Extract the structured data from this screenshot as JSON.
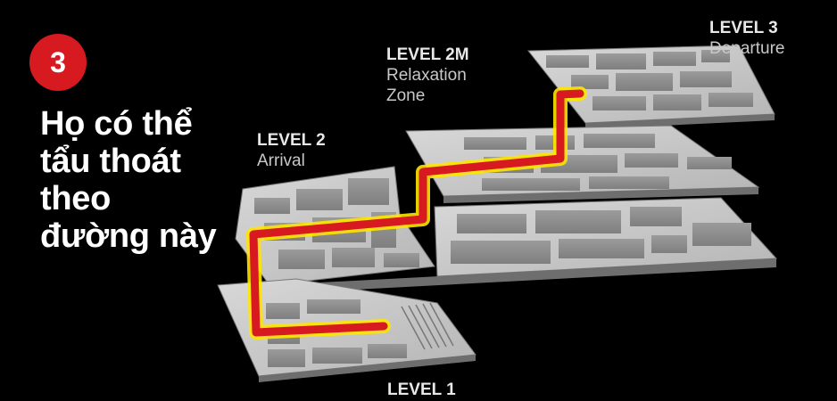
{
  "badge": {
    "number": "3",
    "color": "#d71920"
  },
  "headline": {
    "lines": [
      "Họ có thể",
      "tẩu thoát",
      "theo",
      "đường này"
    ]
  },
  "levels": {
    "level1": {
      "name": "LEVEL 1",
      "desc": ""
    },
    "level2": {
      "name": "LEVEL 2",
      "desc": "Arrival"
    },
    "level2m": {
      "name": "LEVEL 2M",
      "desc_line1": "Relaxation",
      "desc_line2": "Zone"
    },
    "level3": {
      "name": "LEVEL 3",
      "desc": "Departure"
    }
  },
  "colors": {
    "route": "#d71920",
    "route_glow": "#ffe600",
    "floor": "#c4c4c4",
    "building": "#8f8f8f"
  }
}
